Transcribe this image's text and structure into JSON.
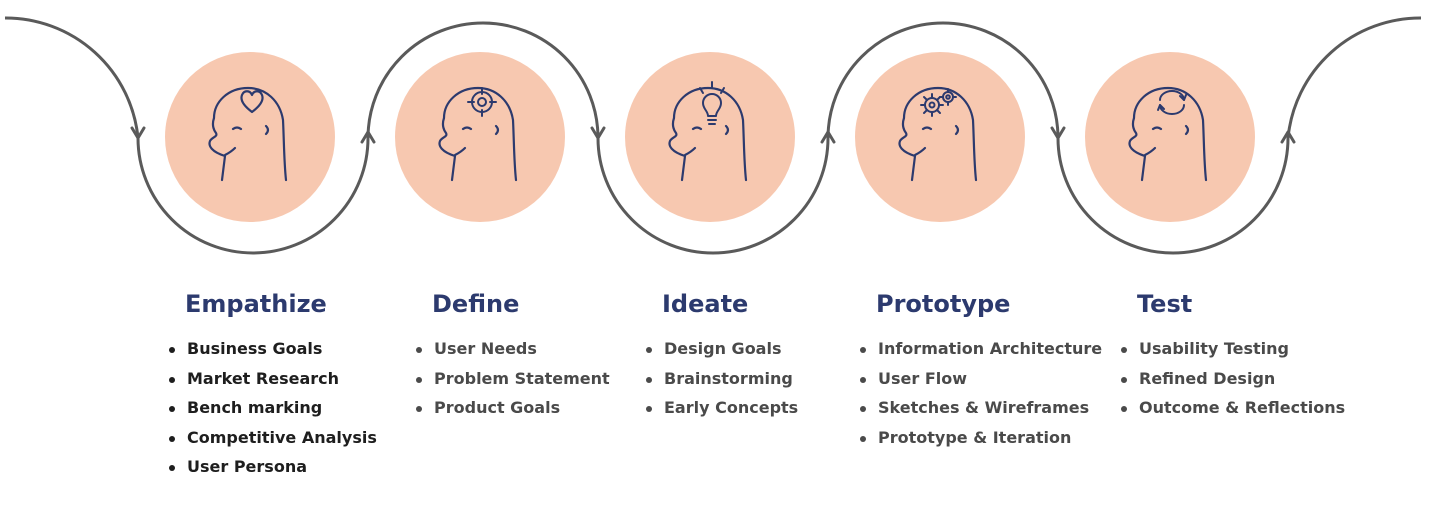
{
  "colors": {
    "circle": "#f7c8b0",
    "flow_line": "#5a5a5a",
    "head_stroke": "#2c3a6e",
    "title": "#2c3a6e",
    "item_dark": "#1e1e1e",
    "item_gray": "#4a4a4a"
  },
  "stages": [
    {
      "title": "Empathize",
      "icon": "heart-icon",
      "items": [
        "Business Goals",
        "Market Research",
        "Bench marking",
        "Competitive Analysis",
        "User Persona"
      ]
    },
    {
      "title": "Define",
      "icon": "target-icon",
      "items": [
        "User Needs",
        "Problem Statement",
        "Product Goals"
      ]
    },
    {
      "title": "Ideate",
      "icon": "lightbulb-icon",
      "items": [
        "Design Goals",
        "Brainstorming",
        "Early Concepts"
      ]
    },
    {
      "title": "Prototype",
      "icon": "gears-icon",
      "items": [
        "Information Architecture",
        "User Flow",
        "Sketches & Wireframes",
        "Prototype & Iteration"
      ]
    },
    {
      "title": "Test",
      "icon": "refresh-cycle-icon",
      "items": [
        "Usability Testing",
        "Refined Design",
        "Outcome & Reflections"
      ]
    }
  ]
}
